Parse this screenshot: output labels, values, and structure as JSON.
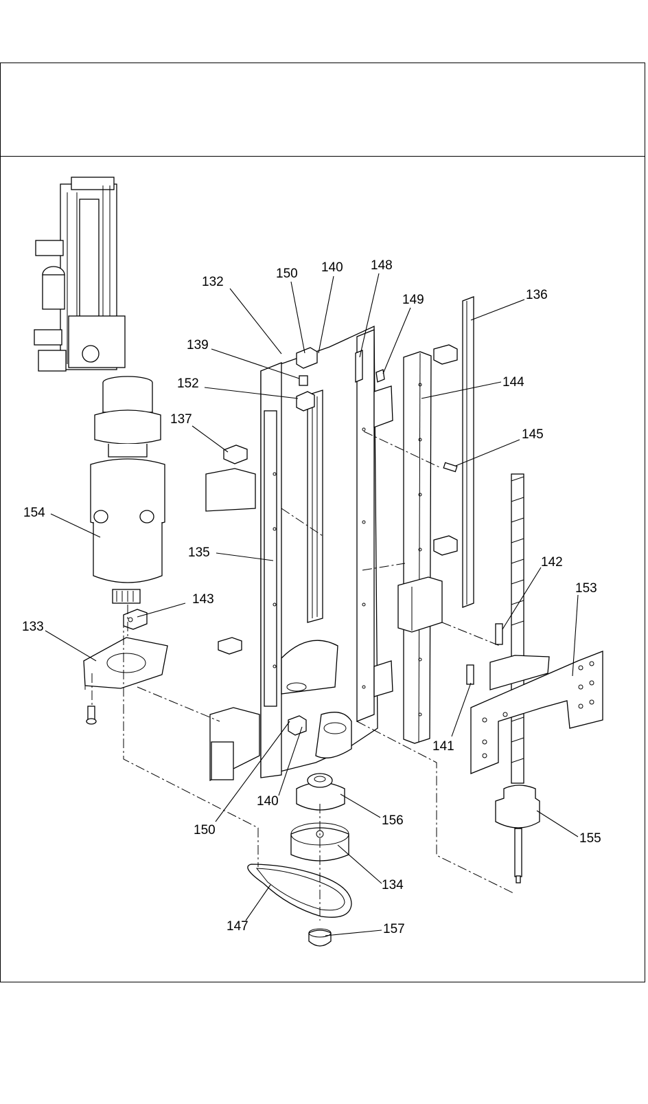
{
  "colors": {
    "ink": "#000000",
    "paper": "#ffffff"
  },
  "parts": [
    {
      "id": "132"
    },
    {
      "id": "150"
    },
    {
      "id": "140"
    },
    {
      "id": "148"
    },
    {
      "id": "149"
    },
    {
      "id": "136"
    },
    {
      "id": "139"
    },
    {
      "id": "152"
    },
    {
      "id": "144"
    },
    {
      "id": "137"
    },
    {
      "id": "145"
    },
    {
      "id": "154"
    },
    {
      "id": "135"
    },
    {
      "id": "142"
    },
    {
      "id": "153"
    },
    {
      "id": "143"
    },
    {
      "id": "133"
    },
    {
      "id": "141"
    },
    {
      "id": "140"
    },
    {
      "id": "156"
    },
    {
      "id": "150"
    },
    {
      "id": "155"
    },
    {
      "id": "134"
    },
    {
      "id": "147"
    },
    {
      "id": "157"
    }
  ]
}
